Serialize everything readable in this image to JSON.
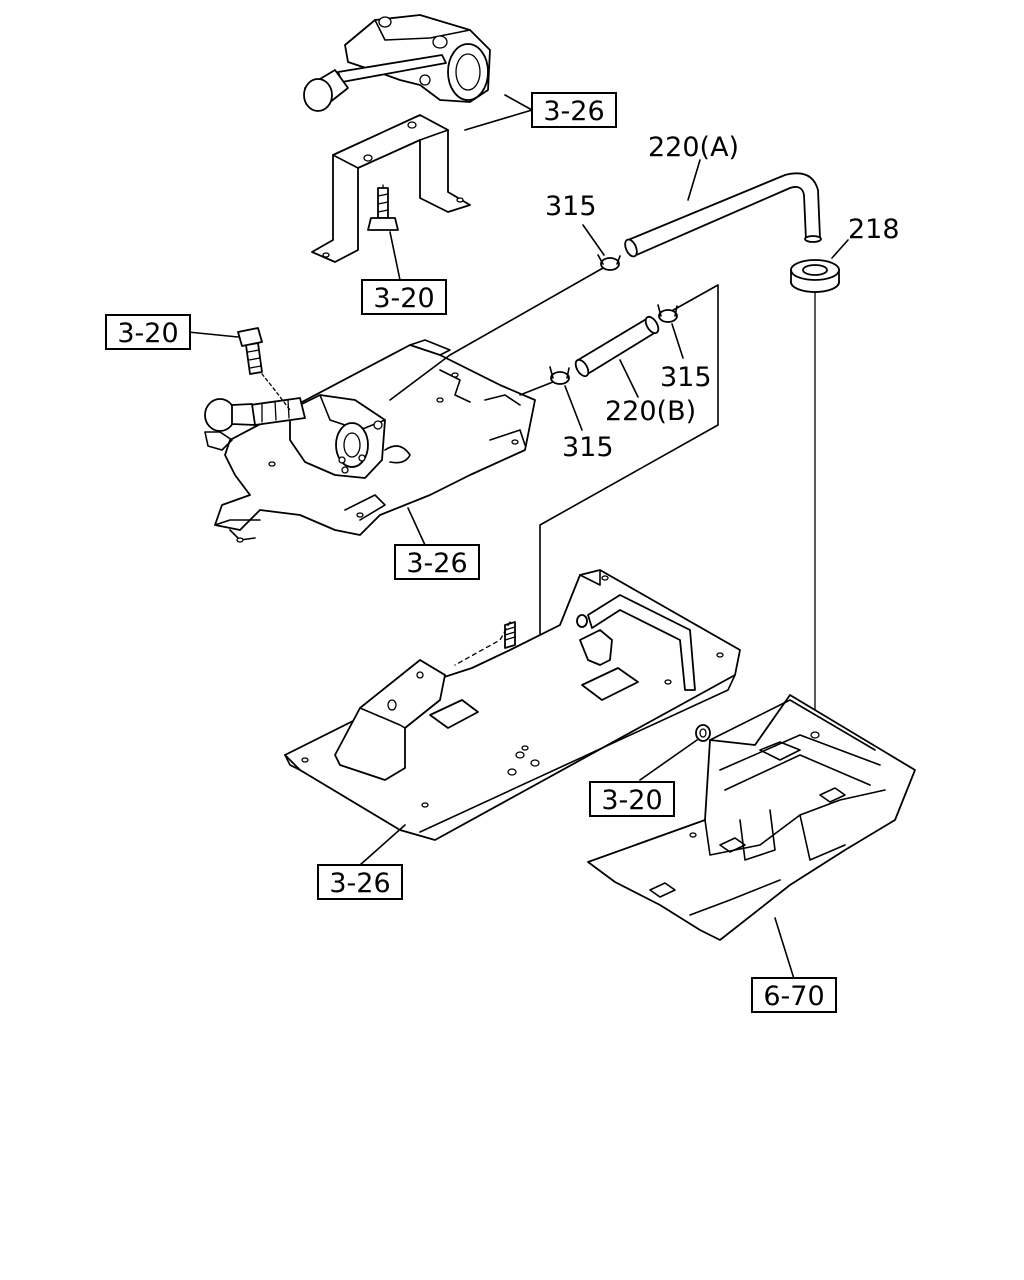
{
  "labels": {
    "ref_3_26_top": "3-26",
    "ref_3_20_top": "3-20",
    "ref_3_20_left": "3-20",
    "ref_3_26_mid": "3-26",
    "ref_3_26_bottom": "3-26",
    "ref_3_20_right": "3-20",
    "ref_6_70": "6-70",
    "part_220_A": "220(A)",
    "part_218": "218",
    "part_315_top": "315",
    "part_315_right": "315",
    "part_315_low": "315",
    "part_220_B": "220(B)"
  }
}
